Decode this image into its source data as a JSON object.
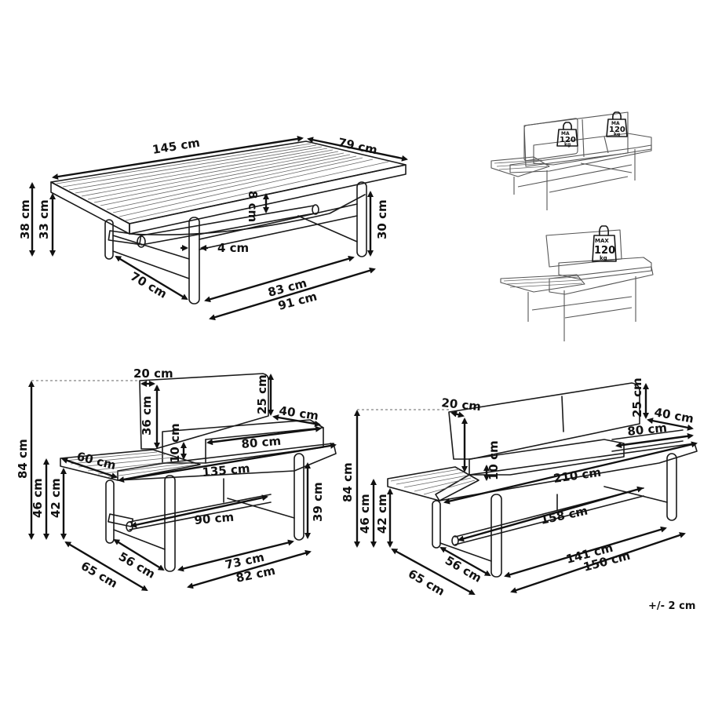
{
  "figure": {
    "tolerance": "+/- 2 cm",
    "table_view": {
      "labels": {
        "length": "145 cm",
        "width": "79 cm",
        "total_height": "38 cm",
        "frame_height": "33 cm",
        "leg_height": "30 cm",
        "top_thickness": "8 cm",
        "leg_diameter": "4 cm",
        "leg_depth": "70 cm",
        "inner_length": "83 cm",
        "leg_span": "91 cm"
      }
    },
    "load_views": {
      "sofa_weights": [
        "MA",
        "120",
        "kg"
      ],
      "sofa_weights_2": [
        "MA",
        "120",
        "kg"
      ],
      "chair_weight": [
        "MAX",
        "120",
        "kg"
      ]
    },
    "chair_view": {
      "labels": {
        "back_depth": "20 cm",
        "back_height": "36 cm",
        "total_height": "84 cm",
        "back_top": "25 cm",
        "seat_depth": "40 cm",
        "cushion_width": "80 cm",
        "cushion_height": "10 cm",
        "side_table": "60 cm",
        "total_length": "135 cm",
        "seat_height": "46 cm",
        "frame_height": "42 cm",
        "leg_height": "39 cm",
        "bar_length": "90 cm",
        "depth": "65 cm",
        "leg_depth": "56 cm",
        "inner_span": "73 cm",
        "leg_span": "82 cm"
      }
    },
    "sofa_view": {
      "labels": {
        "back_depth": "20 cm",
        "total_height": "84 cm",
        "back_top": "25 cm",
        "seat_depth": "40 cm",
        "cushion_width": "80 cm",
        "cushion_height": "10 cm",
        "total_length": "210 cm",
        "seat_height": "46 cm",
        "frame_height": "42 cm",
        "bar_length": "158 cm",
        "depth": "65 cm",
        "leg_depth": "56 cm",
        "inner_span": "141 cm",
        "leg_span": "150 cm"
      }
    }
  }
}
